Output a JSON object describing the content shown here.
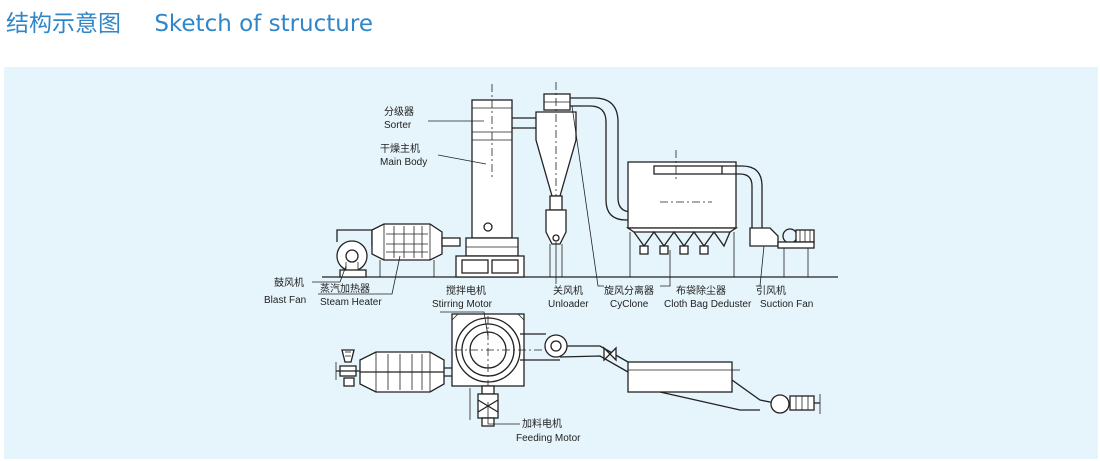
{
  "title": {
    "cn": "结构示意图",
    "en": "Sketch of structure"
  },
  "labels": {
    "sorter": {
      "cn": "分级器",
      "en": "Sorter"
    },
    "main_body": {
      "cn": "干燥主机",
      "en": "Main Body"
    },
    "blast_fan": {
      "cn": "鼓风机",
      "en": "Blast Fan"
    },
    "steam_heater": {
      "cn": "蒸汽加热器",
      "en": "Steam Heater"
    },
    "stirring_motor": {
      "cn": "搅拌电机",
      "en": "Stirring Motor"
    },
    "unloader": {
      "cn": "关风机",
      "en": "Unloader"
    },
    "cyclone": {
      "cn": "旋风分离器",
      "en": "CyClone"
    },
    "cloth_bag": {
      "cn": "布袋除尘器",
      "en": "Cloth Bag Deduster"
    },
    "suction_fan": {
      "cn": "引风机",
      "en": "Suction Fan"
    },
    "feeding_motor": {
      "cn": "加料电机",
      "en": "Feeding Motor"
    }
  },
  "colors": {
    "title": "#2f86c8",
    "panel": "#e6f4fb",
    "line": "#222222"
  }
}
